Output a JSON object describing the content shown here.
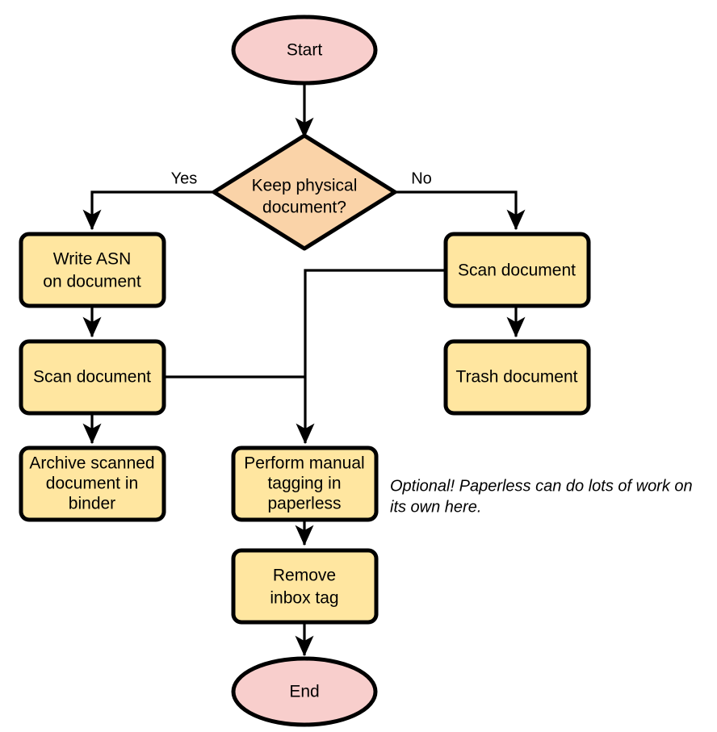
{
  "diagram": {
    "type": "flowchart",
    "orientation": "top-to-bottom",
    "background_color": "#ffffff",
    "edge_color": "#000000",
    "colors": {
      "terminator_fill": "#f8cecc",
      "decision_fill": "#fad3a8",
      "process_fill": "#ffe6a0",
      "border": "#000000",
      "text": "#000000"
    }
  },
  "nodes": {
    "start": {
      "id": "start",
      "shape": "ellipse",
      "label": "Start",
      "fill": "#f8cecc"
    },
    "decision": {
      "id": "decision",
      "shape": "diamond",
      "label_line1": "Keep physical",
      "label_line2": "document?",
      "fill": "#fad3a8"
    },
    "write_asn": {
      "id": "write_asn",
      "shape": "process",
      "label_line1": "Write ASN",
      "label_line2": "on document",
      "fill": "#ffe6a0"
    },
    "scan_left": {
      "id": "scan_left",
      "shape": "process",
      "label_line1": "Scan document",
      "fill": "#ffe6a0"
    },
    "archive": {
      "id": "archive",
      "shape": "process",
      "label_line1": "Archive scanned",
      "label_line2": "document in",
      "label_line3": "binder",
      "fill": "#ffe6a0"
    },
    "scan_right": {
      "id": "scan_right",
      "shape": "process",
      "label_line1": "Scan document",
      "fill": "#ffe6a0"
    },
    "trash": {
      "id": "trash",
      "shape": "process",
      "label_line1": "Trash document",
      "fill": "#ffe6a0"
    },
    "manual_tagging": {
      "id": "manual_tagging",
      "shape": "process",
      "label_line1": "Perform manual",
      "label_line2": "tagging in",
      "label_line3": "paperless",
      "fill": "#ffe6a0"
    },
    "remove_inbox": {
      "id": "remove_inbox",
      "shape": "process",
      "label_line1": "Remove",
      "label_line2": "inbox tag",
      "fill": "#ffe6a0"
    },
    "end": {
      "id": "end",
      "shape": "ellipse",
      "label": "End",
      "fill": "#f8cecc"
    }
  },
  "edges": [
    {
      "from": "start",
      "to": "decision",
      "label": ""
    },
    {
      "from": "decision",
      "to": "write_asn",
      "label": "Yes"
    },
    {
      "from": "decision",
      "to": "scan_right",
      "label": "No"
    },
    {
      "from": "write_asn",
      "to": "scan_left",
      "label": ""
    },
    {
      "from": "scan_left",
      "to": "archive",
      "label": ""
    },
    {
      "from": "scan_left",
      "to": "manual_tagging",
      "label": ""
    },
    {
      "from": "scan_right",
      "to": "trash",
      "label": ""
    },
    {
      "from": "scan_right",
      "to": "manual_tagging",
      "label": ""
    },
    {
      "from": "manual_tagging",
      "to": "remove_inbox",
      "label": ""
    },
    {
      "from": "remove_inbox",
      "to": "end",
      "label": ""
    }
  ],
  "edge_labels": {
    "yes": "Yes",
    "no": "No"
  },
  "annotation": {
    "line1": "Optional! Paperless can do lots of work on",
    "line2": "its own here.",
    "style": "italic"
  }
}
